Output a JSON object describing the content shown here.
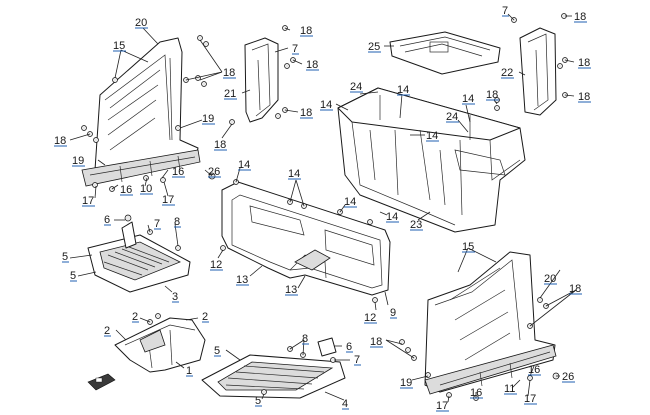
{
  "labels": {
    "p1": "1",
    "p2": "2",
    "p3": "3",
    "p4": "4",
    "p5": "5",
    "p6": "6",
    "p7": "7",
    "p8": "8",
    "p9": "9",
    "p10": "10",
    "p11": "11",
    "p12": "12",
    "p13": "13",
    "p14": "14",
    "p15": "15",
    "p16": "16",
    "p17": "17",
    "p18": "18",
    "p19": "19",
    "p20": "20",
    "p21": "21",
    "p22": "22",
    "p23": "23",
    "p24": "24",
    "p25": "25",
    "p26": "26"
  },
  "colors": {
    "line": "#1a1a1a",
    "callout_underline": "#1f5fb0",
    "background": "#ffffff"
  }
}
